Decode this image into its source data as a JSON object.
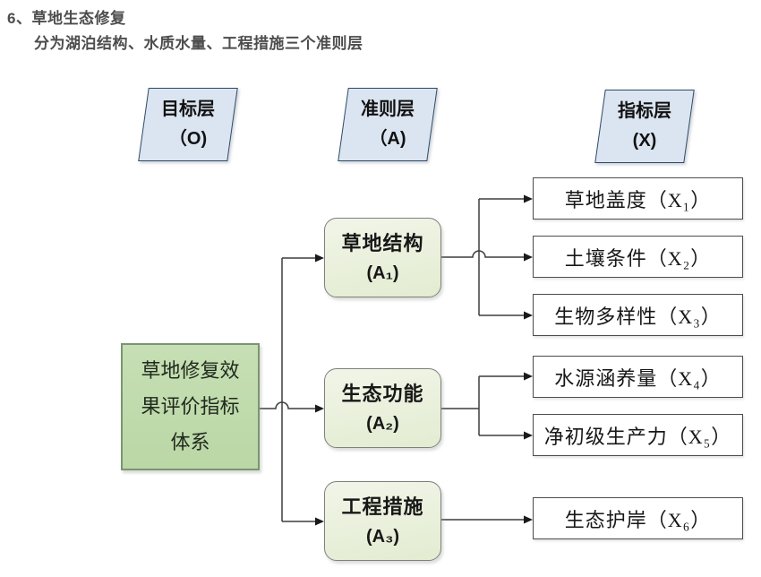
{
  "header": {
    "title": "6、草地生态修复",
    "subtitle": "分为湖泊结构、水质水量、工程措施三个准则层"
  },
  "diagram": {
    "layers": [
      {
        "label": "目标层",
        "code": "（O)"
      },
      {
        "label": "准则层",
        "code": "（A)"
      },
      {
        "label": "指标层",
        "code": "(X)"
      }
    ],
    "goal": {
      "label": "草地修复效果评价指标体系"
    },
    "criteria": [
      {
        "label": "草地结构",
        "code": "(A₁)"
      },
      {
        "label": "生态功能",
        "code": "(A₂)"
      },
      {
        "label": "工程措施",
        "code": "(A₃)"
      }
    ],
    "indicators": [
      {
        "label": "草地盖度（X₁）"
      },
      {
        "label": "土壤条件（X₂）"
      },
      {
        "label": "生物多样性（X₃）"
      },
      {
        "label": "水源涵养量（X₄）"
      },
      {
        "label": "净初级生产力（X₅）"
      },
      {
        "label": "生态护岸（X₆）"
      }
    ],
    "colors": {
      "layer_fill": "#dbe5f1",
      "layer_border": "#2e4a66",
      "goal_fill": "#c2dcae",
      "goal_border": "#7d9472",
      "criteria_fill": "#eaf1dc",
      "criteria_border": "#7f7f7f",
      "indicator_fill": "#ffffff",
      "indicator_border": "#4d4d4d",
      "connector": "#3d3d3d",
      "title_text": "#4d4d4d"
    }
  }
}
